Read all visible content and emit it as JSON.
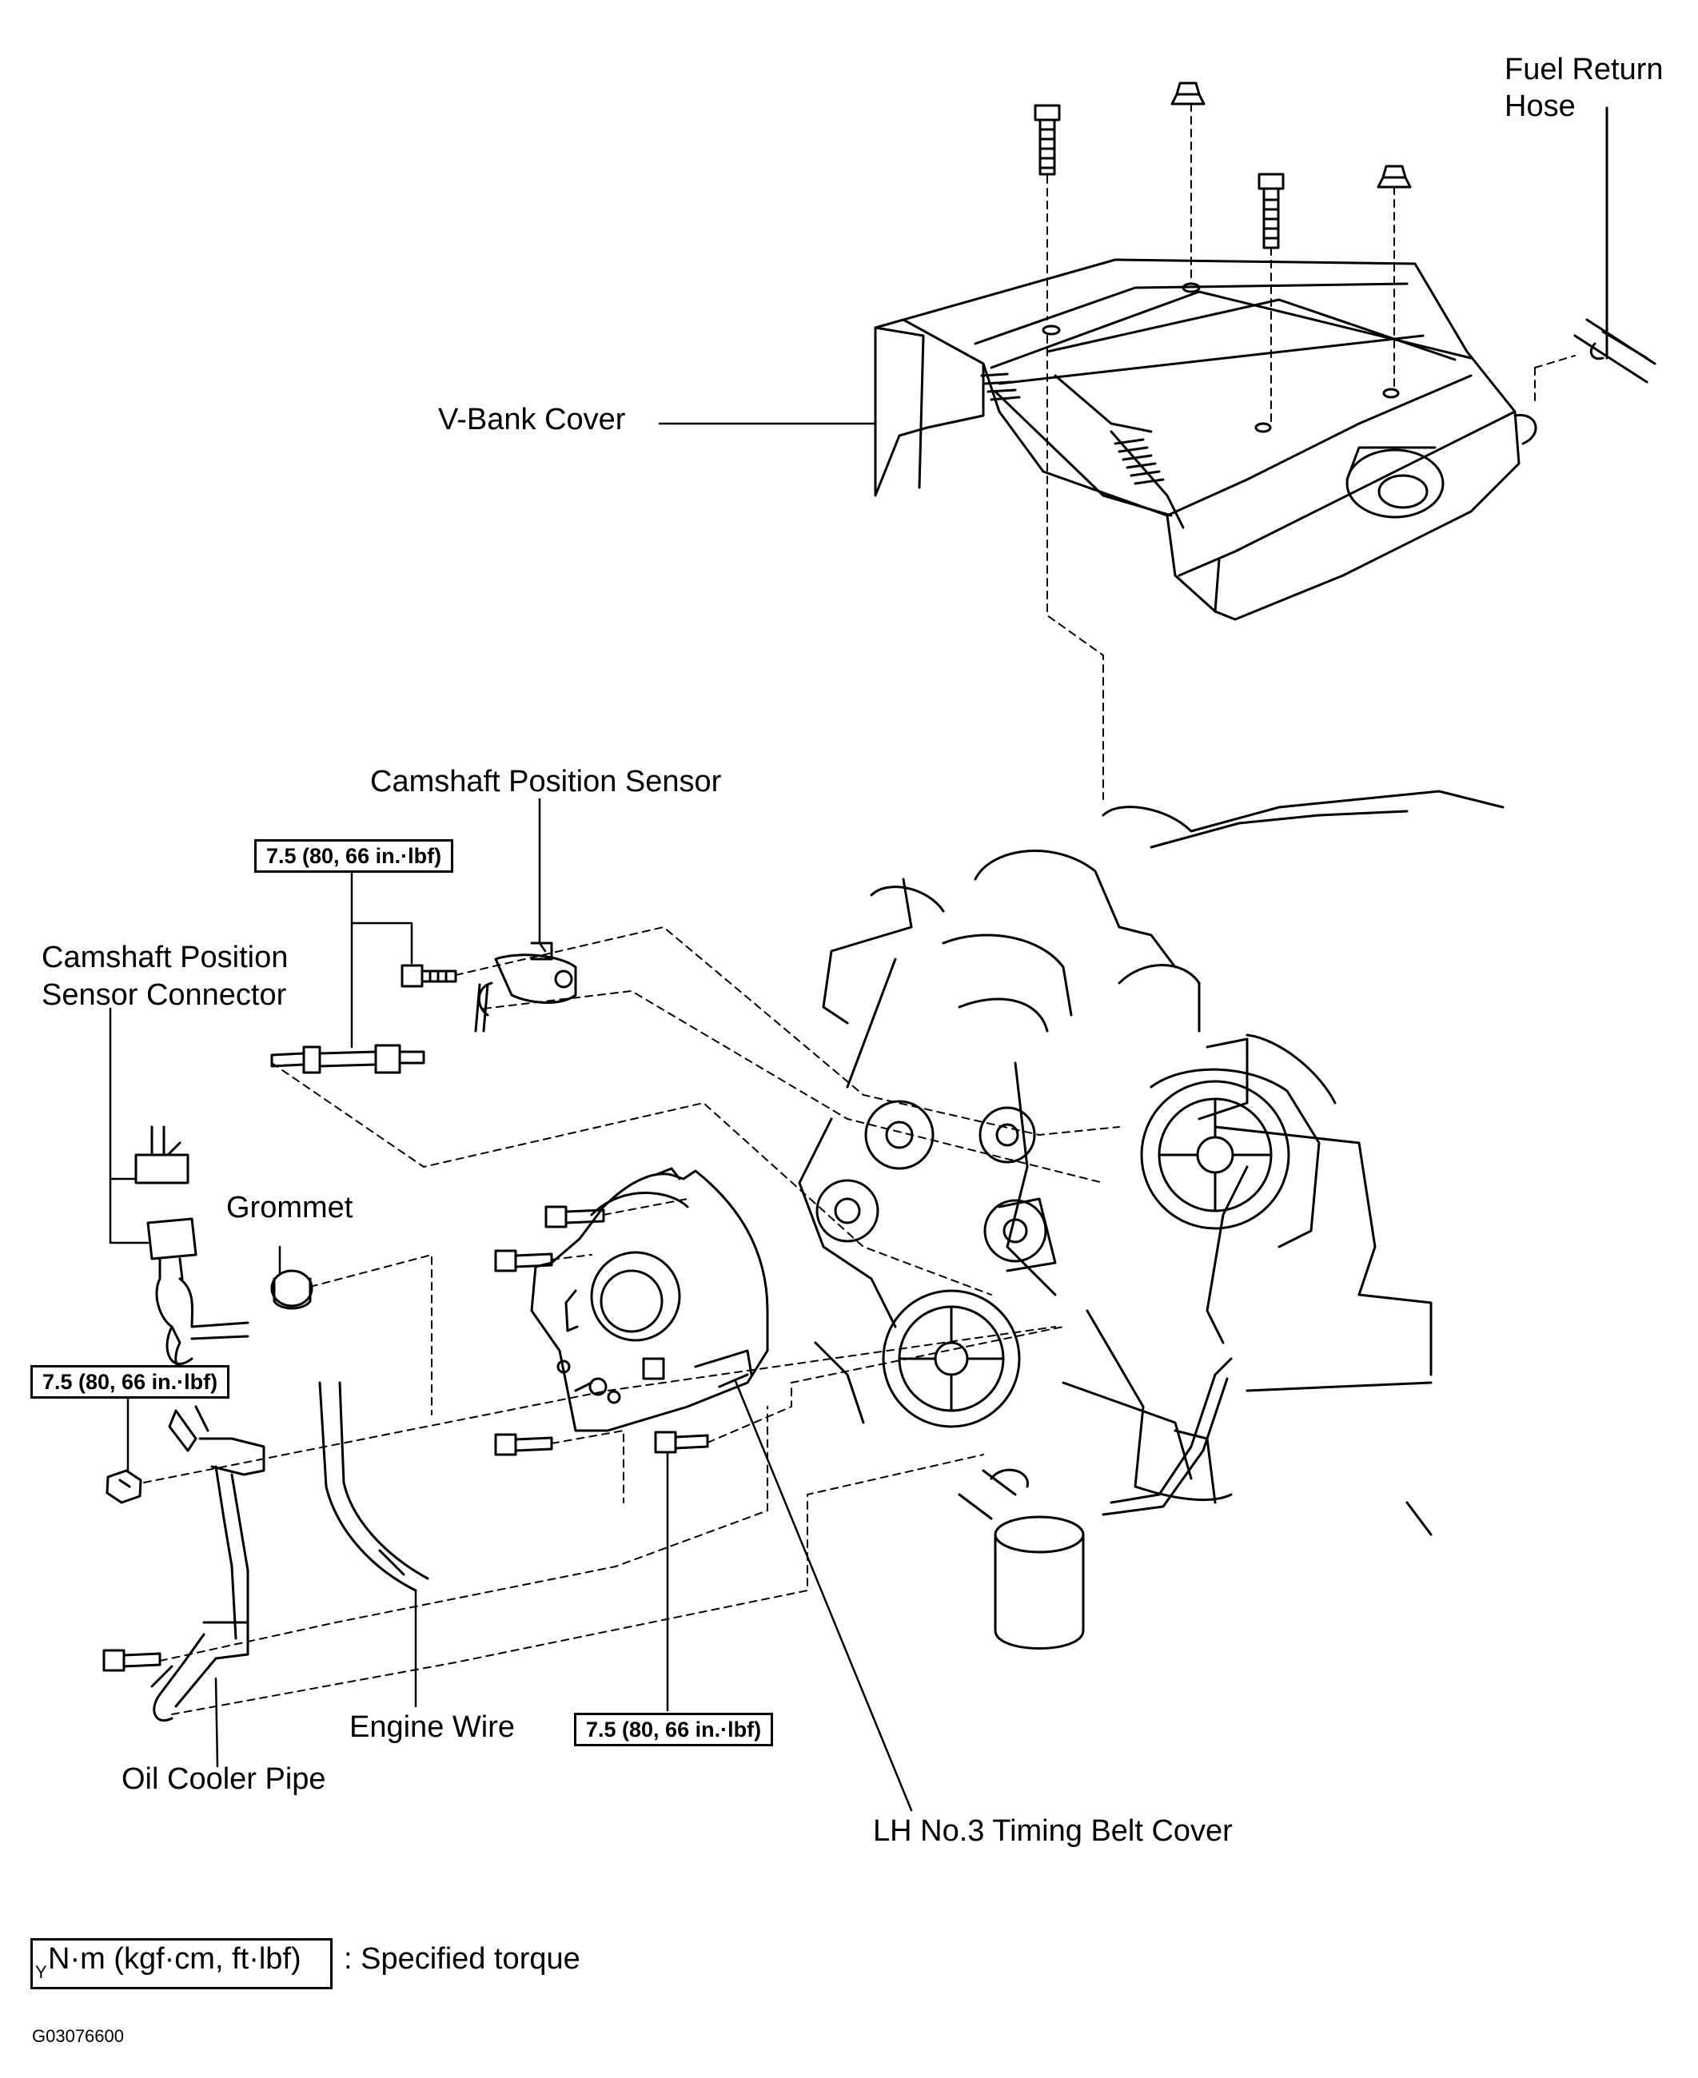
{
  "labels": {
    "fuel_return_hose_line1": "Fuel Return",
    "fuel_return_hose_line2": "Hose",
    "v_bank_cover": "V-Bank Cover",
    "camshaft_position_sensor": "Camshaft Position Sensor",
    "cps_connector_line1": "Camshaft Position",
    "cps_connector_line2": "Sensor Connector",
    "grommet": "Grommet",
    "engine_wire": "Engine Wire",
    "oil_cooler_pipe": "Oil Cooler Pipe",
    "lh_timing_belt_cover": "LH No.3 Timing Belt Cover"
  },
  "torque_specs": {
    "upper": "7.5 (80, 66 in.·lbf)",
    "left": "7.5 (80, 66 in.·lbf)",
    "bottom": "7.5 (80, 66 in.·lbf)"
  },
  "legend": {
    "marker": "Y",
    "unit": "N·m (kgf·cm, ft·lbf)",
    "description": ": Specified torque"
  },
  "figure_code": "G03076600"
}
